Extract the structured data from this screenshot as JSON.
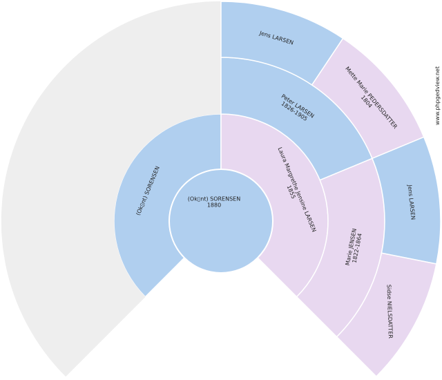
{
  "colors": {
    "male": "#b0cfef",
    "female": "#e8d8f0",
    "unknown": "#eeeeee",
    "border": "#ffffff"
  },
  "watermark": "www.phpgedview.net",
  "root": {
    "name": "(Ok▯nt) SORENSEN",
    "dates": "1880",
    "sex": "M"
  },
  "gen1": [
    {
      "name": "(Ok▯nt) SORENSEN",
      "dates": "",
      "sex": "M"
    },
    {
      "name": "Laura Margrethe Jensine LARSEN",
      "dates": "1855",
      "sex": "F"
    }
  ],
  "gen2": [
    {
      "name": "",
      "dates": "",
      "sex": "U"
    },
    {
      "name": "",
      "dates": "",
      "sex": "U"
    },
    {
      "name": "Peter LARSEN",
      "dates": "1826-1905",
      "sex": "M"
    },
    {
      "name": "Marie JENSEN",
      "dates": "1822-1864",
      "sex": "F"
    }
  ],
  "gen3": [
    {
      "name": "",
      "dates": "",
      "sex": "U"
    },
    {
      "name": "",
      "dates": "",
      "sex": "U"
    },
    {
      "name": "",
      "dates": "",
      "sex": "U"
    },
    {
      "name": "",
      "dates": "",
      "sex": "U"
    },
    {
      "name": "Jens LARSEN",
      "dates": "",
      "sex": "M"
    },
    {
      "name": "Mette Marie PEDERSDATTER",
      "dates": "1804",
      "sex": "F"
    },
    {
      "name": "Jens LARSEN",
      "dates": "",
      "sex": "M"
    },
    {
      "name": "Sidse NIELSDATTER",
      "dates": "",
      "sex": "F"
    }
  ]
}
